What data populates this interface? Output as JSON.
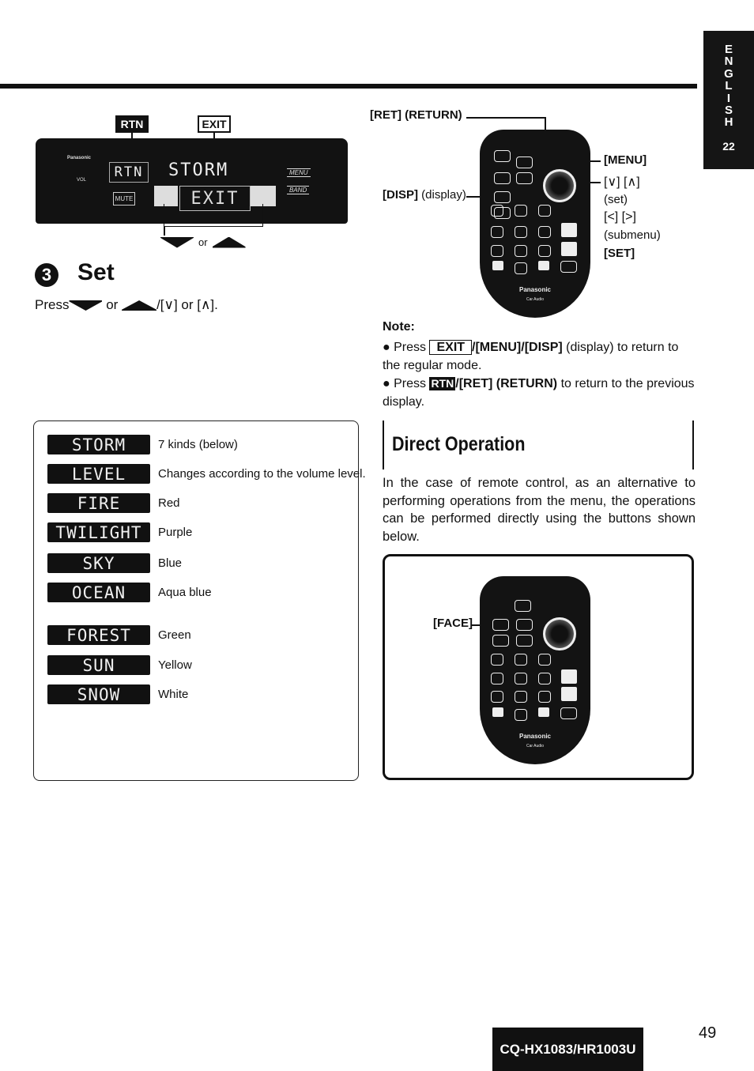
{
  "side_tab": {
    "letters": "E N G L I S H",
    "page": "22"
  },
  "display_figure": {
    "rtn_label": "RTN",
    "exit_label": "EXIT",
    "brand": "Panasonic",
    "rtn_segment": "RTN",
    "title_segment": "STORM",
    "menu_segment": "MENU",
    "band_segment": "BAND",
    "vol_segment": "VOL",
    "mute_segment": "MUTE",
    "exit_segment": "EXIT",
    "or_text": "or"
  },
  "step": {
    "number": "3",
    "title": "Set",
    "press_prefix": "Press",
    "press_or": "or",
    "press_suffix": "/[∨] or [∧]."
  },
  "colors": [
    {
      "name": "STORM",
      "desc": "7 kinds (below)"
    },
    {
      "name": "LEVEL",
      "desc": "Changes according to the volume level."
    },
    {
      "name": "FIRE",
      "desc": "Red"
    },
    {
      "name": "TWILIGHT",
      "desc": "Purple"
    },
    {
      "name": "SKY",
      "desc": "Blue"
    },
    {
      "name": "OCEAN",
      "desc": "Aqua blue"
    },
    {
      "name": "FOREST",
      "desc": "Green"
    },
    {
      "name": "SUN",
      "desc": "Yellow"
    },
    {
      "name": "SNOW",
      "desc": "White"
    }
  ],
  "remote_labels": {
    "ret": "[RET] (RETURN)",
    "disp_bold": "[DISP]",
    "disp_plain": " (display)",
    "menu": "[MENU]",
    "up_down": "[∨] [∧]",
    "set_note": "(set)",
    "left_right": "[<] [>]",
    "submenu": "(submenu)",
    "set": "[SET]",
    "brand": "Panasonic",
    "sub_brand": "Car Audio"
  },
  "note": {
    "title": "Note:",
    "item1_press": "Press",
    "item1_tag": "EXIT",
    "item1_bold": "/[MENU]/[DISP]",
    "item1_rest": " (display) to return to the regular mode.",
    "item2_press": "Press",
    "item2_tag": "RTN",
    "item2_bold": "/[RET] (RETURN)",
    "item2_rest": " to return to the previous display."
  },
  "direct_operation": {
    "title": "Direct Operation",
    "text": "In the case of remote control, as an alternative to performing operations from the menu, the operations can be performed directly using the buttons shown below.",
    "face_label": "[FACE]"
  },
  "footer": {
    "model": "CQ-HX1083/HR1003U",
    "page": "49"
  }
}
